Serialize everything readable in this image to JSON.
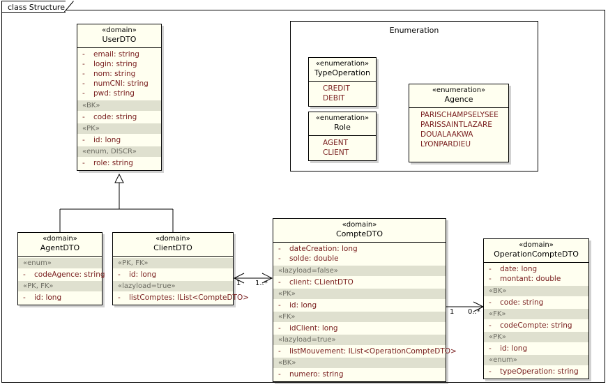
{
  "frame": {
    "tab_label": "class Structure"
  },
  "package": {
    "name": "Enumeration"
  },
  "classes": {
    "user_dto": {
      "stereotype": "«domain»",
      "name": "UserDTO",
      "attributes": [
        "email:  string",
        "login:  string",
        "nom:  string",
        "numCNI:  string",
        "pwd:  string"
      ],
      "groups": [
        {
          "stereotype": "«BK»",
          "attributes": [
            "code:  string"
          ]
        },
        {
          "stereotype": "«PK»",
          "attributes": [
            "id:  long"
          ]
        },
        {
          "stereotype": "«enum, DISCR»",
          "attributes": [
            "role:  string"
          ]
        }
      ]
    },
    "agent_dto": {
      "stereotype": "«domain»",
      "name": "AgentDTO",
      "attributes": [],
      "groups": [
        {
          "stereotype": "«enum»",
          "attributes": [
            "codeAgence:  string"
          ]
        },
        {
          "stereotype": "«PK, FK»",
          "attributes": [
            "id:  long"
          ]
        }
      ]
    },
    "client_dto": {
      "stereotype": "«domain»",
      "name": "ClientDTO",
      "attributes": [],
      "groups": [
        {
          "stereotype": "«PK, FK»",
          "attributes": [
            "id:  long"
          ]
        },
        {
          "stereotype": "«lazyload=true»",
          "attributes": [
            "listComptes:  IList<CompteDTO>"
          ]
        }
      ]
    },
    "compte_dto": {
      "stereotype": "«domain»",
      "name": "CompteDTO",
      "attributes": [
        "dateCreation:  long",
        "solde:  double"
      ],
      "groups": [
        {
          "stereotype": "«lazyload=false»",
          "attributes": [
            "client:  CLientDTO"
          ]
        },
        {
          "stereotype": "«PK»",
          "attributes": [
            "id:  long"
          ]
        },
        {
          "stereotype": "«FK»",
          "attributes": [
            "idClient:  long"
          ]
        },
        {
          "stereotype": "«lazyload=true»",
          "attributes": [
            "listMouvement:  IList<OperationCompteDTO>"
          ]
        },
        {
          "stereotype": "«BK»",
          "attributes": [
            "numero:  string"
          ]
        }
      ]
    },
    "operation_compte_dto": {
      "stereotype": "«domain»",
      "name": "OperationCompteDTO",
      "attributes": [
        "date:  long",
        "montant:  double"
      ],
      "groups": [
        {
          "stereotype": "«BK»",
          "attributes": [
            "code:  string"
          ]
        },
        {
          "stereotype": "«FK»",
          "attributes": [
            "codeCompte:  string"
          ]
        },
        {
          "stereotype": "«PK»",
          "attributes": [
            "id:  long"
          ]
        },
        {
          "stereotype": "«enum»",
          "attributes": [
            "typeOperation:  string"
          ]
        }
      ]
    }
  },
  "enumerations": {
    "type_operation": {
      "stereotype": "«enumeration»",
      "name": "TypeOperation",
      "values": [
        "CREDIT",
        "DEBIT"
      ]
    },
    "role": {
      "stereotype": "«enumeration»",
      "name": "Role",
      "values": [
        "AGENT",
        "CLIENT"
      ]
    },
    "agence": {
      "stereotype": "«enumeration»",
      "name": "Agence",
      "values": [
        "PARISCHAMPSELYSEE",
        "PARISSAINTLAZARE",
        "DOUALAAKWA",
        "LYONPARDIEU"
      ]
    }
  },
  "associations": {
    "client_compte": {
      "source_mult": "1",
      "target_mult": "1..*"
    },
    "compte_operation": {
      "source_mult": "1",
      "target_mult": "0..*"
    }
  },
  "colors": {
    "class_fill": "#fffff0",
    "stereotype_row_fill": "#dfe0cf",
    "attribute_text": "#7a2020",
    "line": "#000000"
  }
}
